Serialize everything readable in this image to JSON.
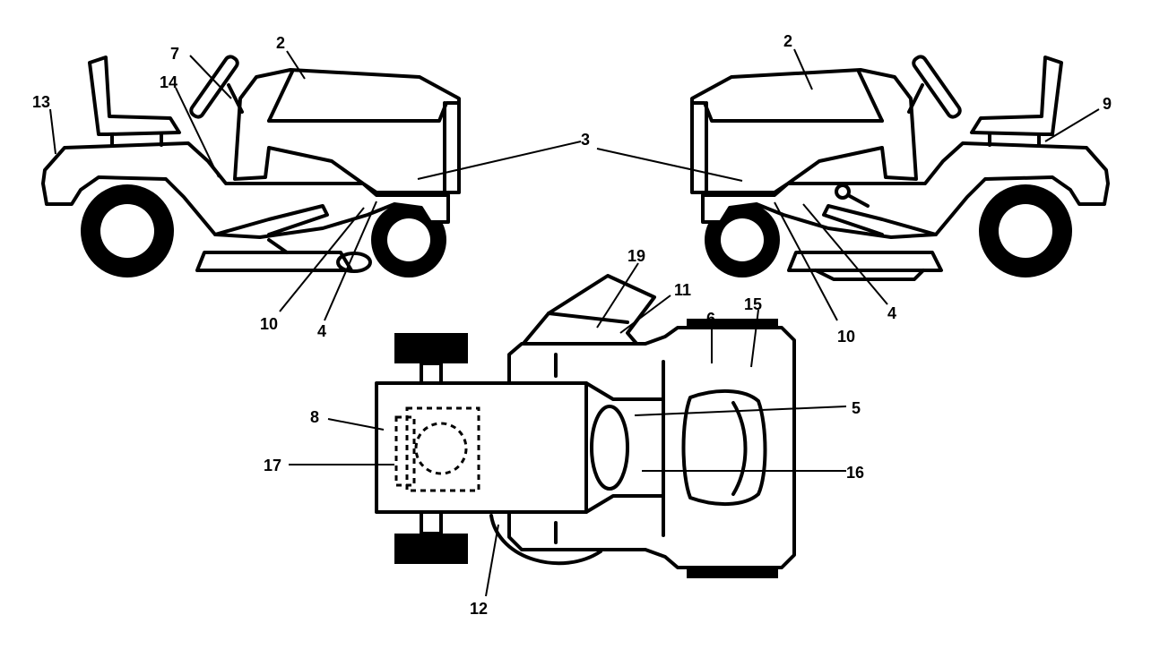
{
  "diagram": {
    "callouts": {
      "left_2": "2",
      "left_3": "3",
      "left_4": "4",
      "left_7": "7",
      "left_10": "10",
      "left_13": "13",
      "left_14": "14",
      "right_2": "2",
      "right_4": "4",
      "right_9": "9",
      "right_10": "10",
      "top_5": "5",
      "top_6": "6",
      "top_8": "8",
      "top_11": "11",
      "top_12": "12",
      "top_15": "15",
      "top_16": "16",
      "top_17": "17",
      "top_19": "19"
    }
  }
}
